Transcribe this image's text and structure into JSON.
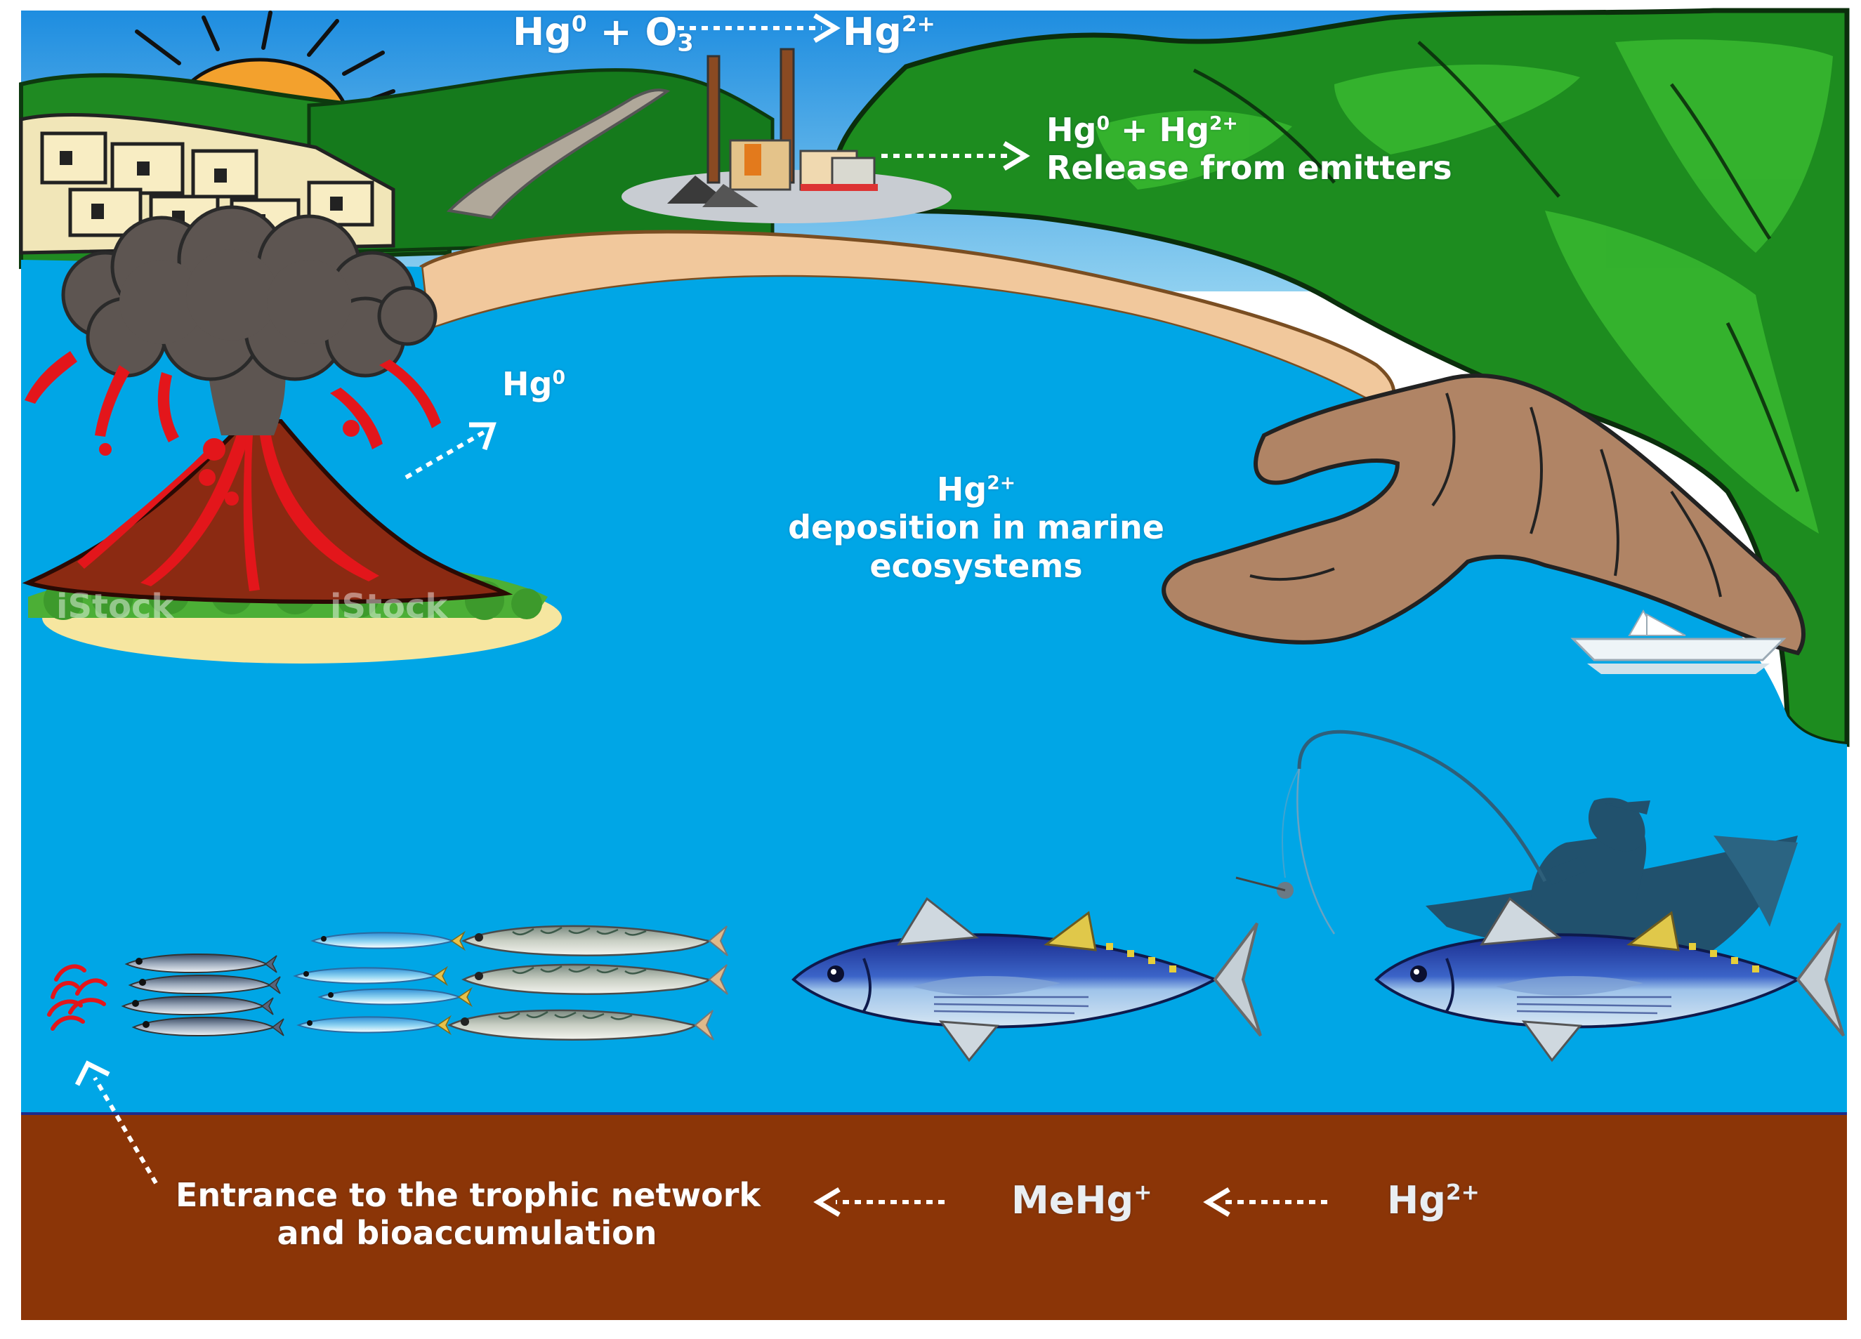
{
  "colors": {
    "sky": "#3fa0e6",
    "sea": "#00a6e6",
    "seabed": "#8b3507",
    "hills": "#1f8a22",
    "sand": "#f1c89c",
    "rock": "#b08465",
    "lava": "#e3161b",
    "smoke": "#5d5551",
    "sun": "#f3a12d",
    "tuna": "#2c46b0",
    "fisher": "#21516d",
    "arrow": "#ffffff"
  },
  "labels": {
    "oxidation": {
      "hg": "Hg",
      "sup0": "0",
      "plus": " + O",
      "sub3": "3",
      "product": "Hg",
      "product_sup": "2+"
    },
    "emitters": {
      "hg_a": "Hg",
      "sup_a": "0",
      "plus": " + Hg",
      "sup_b": "2+",
      "line2": "Release from emitters"
    },
    "volcano": {
      "hg": "Hg",
      "sup": "0"
    },
    "deposition": {
      "hg": "Hg",
      "sup": "2+",
      "line2": "deposition in marine",
      "line3": "ecosystems"
    },
    "seabed_hg": {
      "hg": "Hg",
      "sup": "2+"
    },
    "methyl": {
      "hg": "MeHg",
      "sup": "+"
    },
    "trophic": {
      "line1": "Entrance to the  trophic network",
      "line2": "and bioaccumulation"
    },
    "watermark": {
      "text": "iStock"
    }
  },
  "icons": {
    "sun": "sun-icon",
    "volcano": "volcano-icon",
    "factory": "power-plant-icon",
    "town": "town-icon",
    "boat": "sailboat-icon",
    "fisherman": "fisherman-icon",
    "fish_small": "sardine-icon",
    "fish_medium": "mackerel-icon",
    "fish_large": "tuna-icon",
    "krill": "krill-icon"
  }
}
